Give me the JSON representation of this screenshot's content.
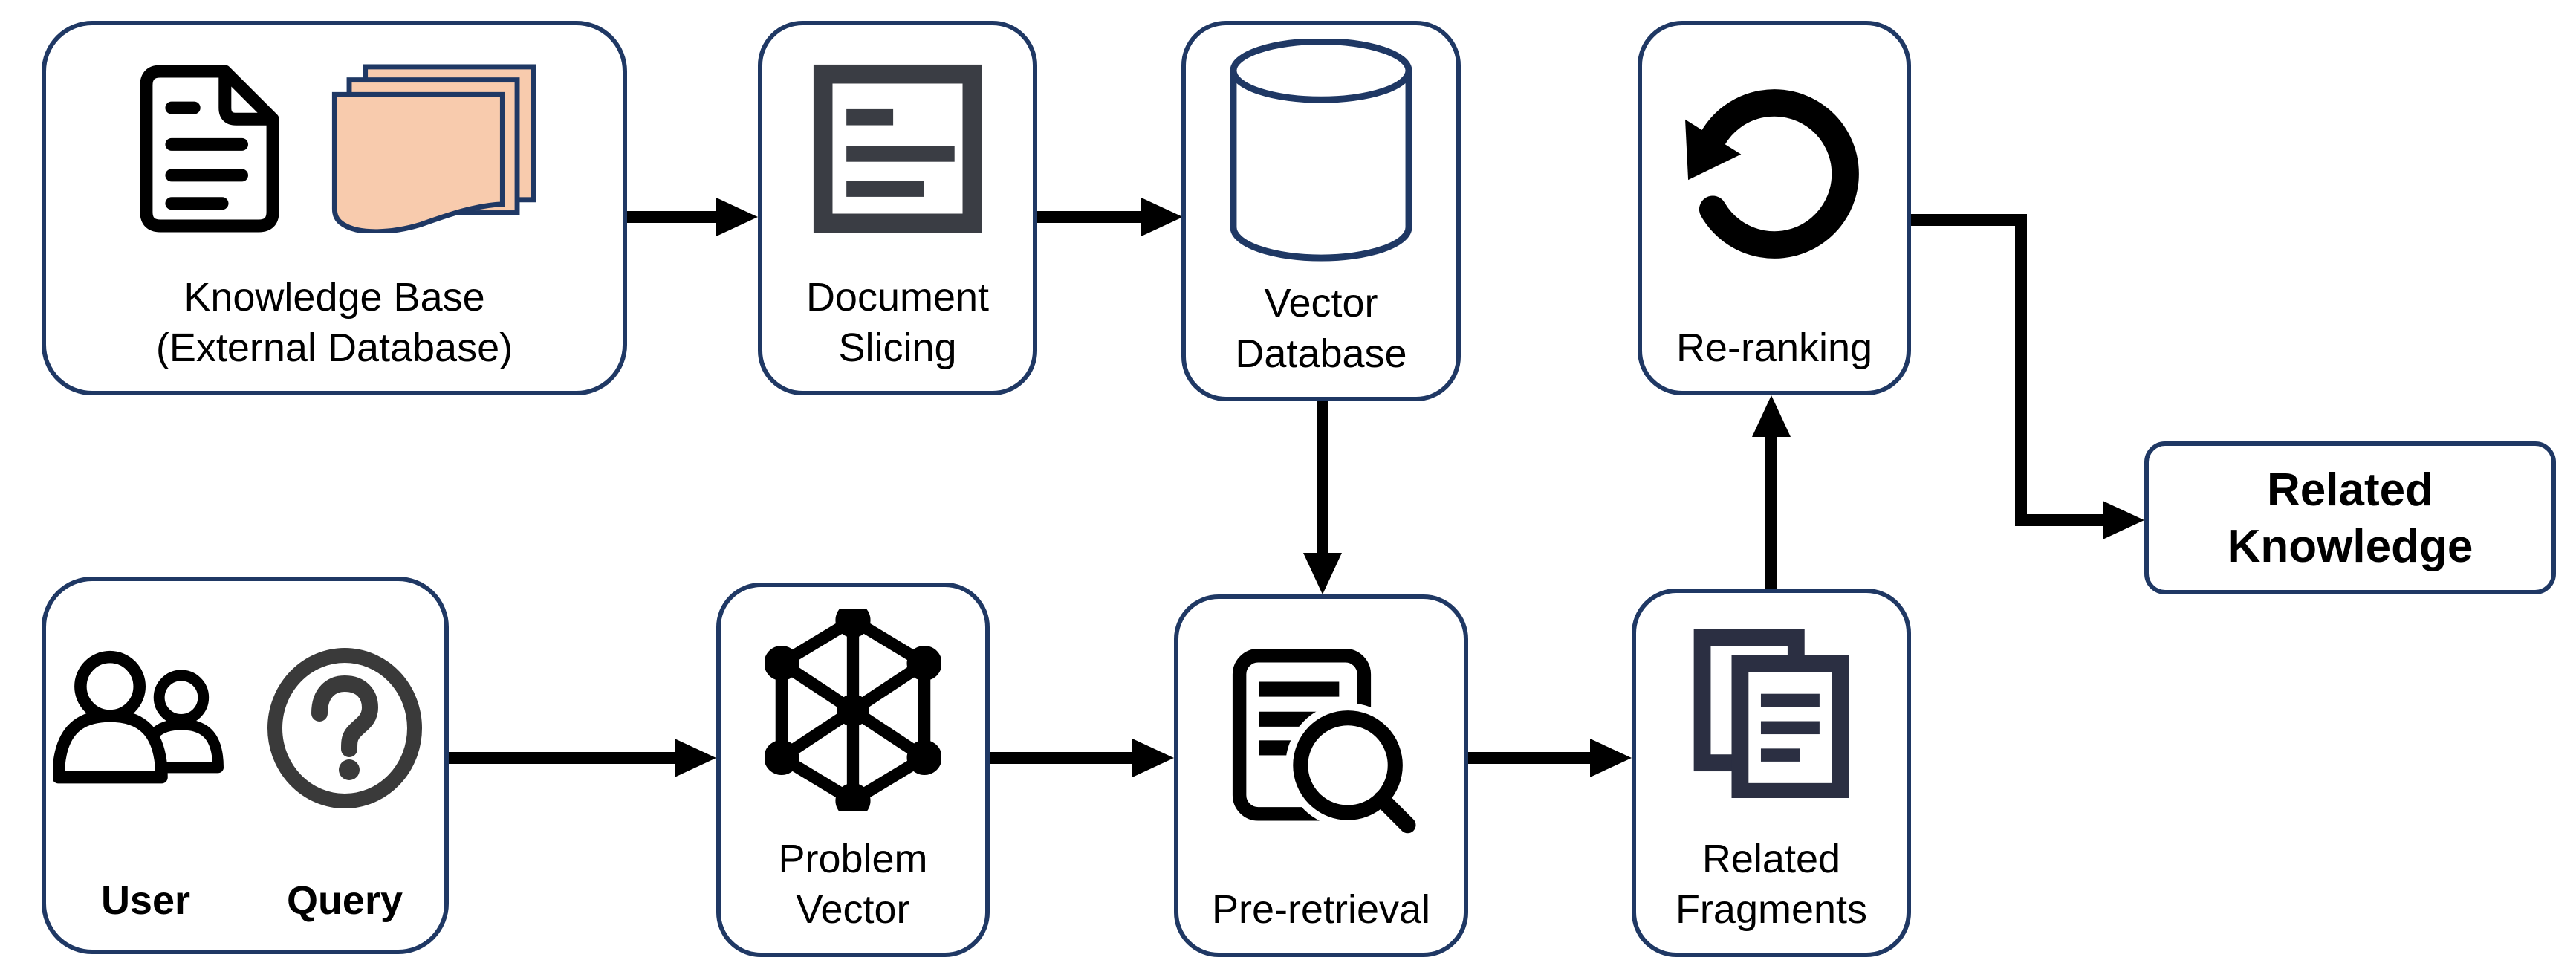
{
  "diagram": {
    "type": "flowchart",
    "background_color": "#ffffff",
    "colors": {
      "box_border": "#1f3864",
      "arrow": "#000000",
      "text": "#000000",
      "paper_fill": "#f8cbad",
      "paper_stroke": "#1f3864",
      "document_slicing_icon": "#3a3d44",
      "related_fragments_icon": "#2b2f42",
      "query_icon": "#3a3a3a",
      "black_icon": "#000000"
    },
    "nodes": {
      "knowledge_base": {
        "label_line1": "Knowledge Base",
        "label_line2": "(External Database)",
        "icons": [
          "document-icon",
          "paper-stack-icon"
        ]
      },
      "document_slicing": {
        "label_line1": "Document",
        "label_line2": "Slicing",
        "icons": [
          "document-lines-icon"
        ]
      },
      "vector_database": {
        "label_line1": "Vector",
        "label_line2": "Database",
        "icons": [
          "database-cylinder-icon"
        ]
      },
      "re_ranking": {
        "label": "Re-ranking",
        "icons": [
          "rotate-left-icon"
        ]
      },
      "related_knowledge": {
        "label_line1": "Related",
        "label_line2": "Knowledge",
        "icons": []
      },
      "user_query": {
        "user_label": "User",
        "query_label": "Query",
        "icons": [
          "users-icon",
          "question-circle-icon"
        ]
      },
      "problem_vector": {
        "label_line1": "Problem",
        "label_line2": "Vector",
        "icons": [
          "hexagon-graph-icon"
        ]
      },
      "pre_retrieval": {
        "label": "Pre-retrieval",
        "icons": [
          "document-search-icon"
        ]
      },
      "related_fragments": {
        "label_line1": "Related",
        "label_line2": "Fragments",
        "icons": [
          "copy-documents-icon"
        ]
      }
    },
    "edges": [
      {
        "from": "knowledge_base",
        "to": "document_slicing",
        "direction": "right"
      },
      {
        "from": "document_slicing",
        "to": "vector_database",
        "direction": "right"
      },
      {
        "from": "vector_database",
        "to": "pre_retrieval",
        "direction": "down"
      },
      {
        "from": "user_query",
        "to": "problem_vector",
        "direction": "right"
      },
      {
        "from": "problem_vector",
        "to": "pre_retrieval",
        "direction": "right"
      },
      {
        "from": "pre_retrieval",
        "to": "related_fragments",
        "direction": "right"
      },
      {
        "from": "related_fragments",
        "to": "re_ranking",
        "direction": "up"
      },
      {
        "from": "re_ranking",
        "to": "related_knowledge",
        "direction": "right-down-right-elbow"
      }
    ]
  }
}
